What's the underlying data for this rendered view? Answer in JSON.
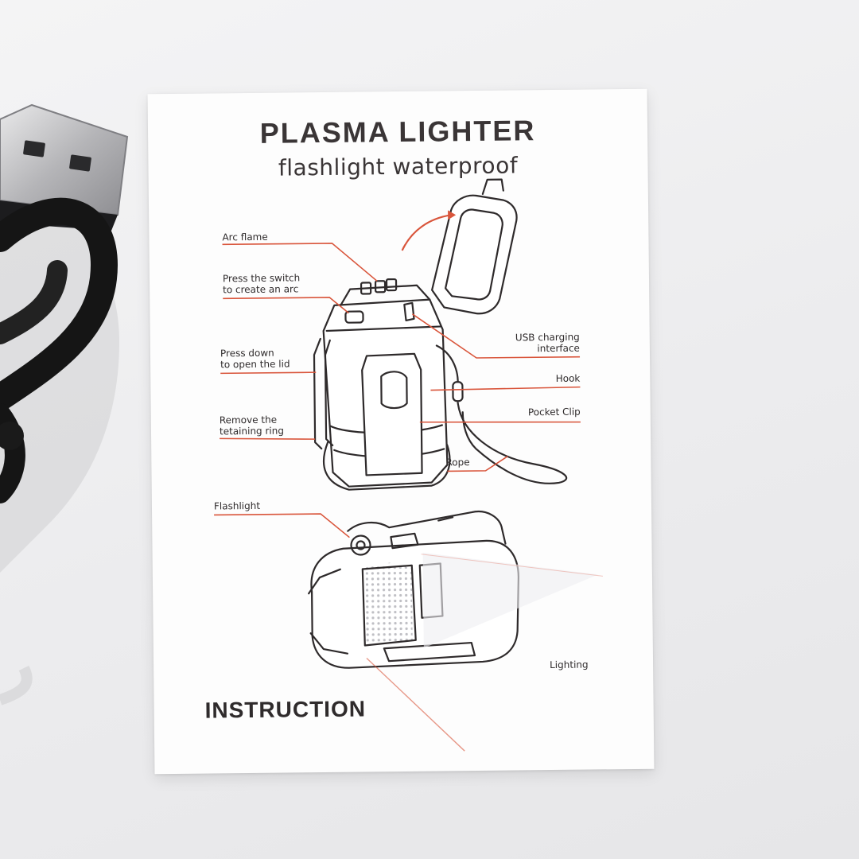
{
  "card": {
    "title": "PLASMA LIGHTER",
    "subtitle": "flashlight waterproof",
    "footer": "INSTRUCTION"
  },
  "labels": {
    "arc_flame": "Arc flame",
    "press_switch": "Press the switch\nto create an arc",
    "press_down": "Press down\nto open the lid",
    "remove_ring": "Remove the\ntetaining ring",
    "usb_interface": "USB charging\ninterface",
    "hook": "Hook",
    "pocket_clip": "Pocket Clip",
    "rope": "Rope",
    "flashlight": "Flashlight",
    "lighting": "Lighting"
  },
  "colors": {
    "leader_line": "#d9553b",
    "ink": "#2e2a2b",
    "paper": "#fdfdfd",
    "cable": "#151515"
  },
  "icons": [
    "usb-plug-icon",
    "lighter-open-icon",
    "lighter-flashlight-icon"
  ]
}
